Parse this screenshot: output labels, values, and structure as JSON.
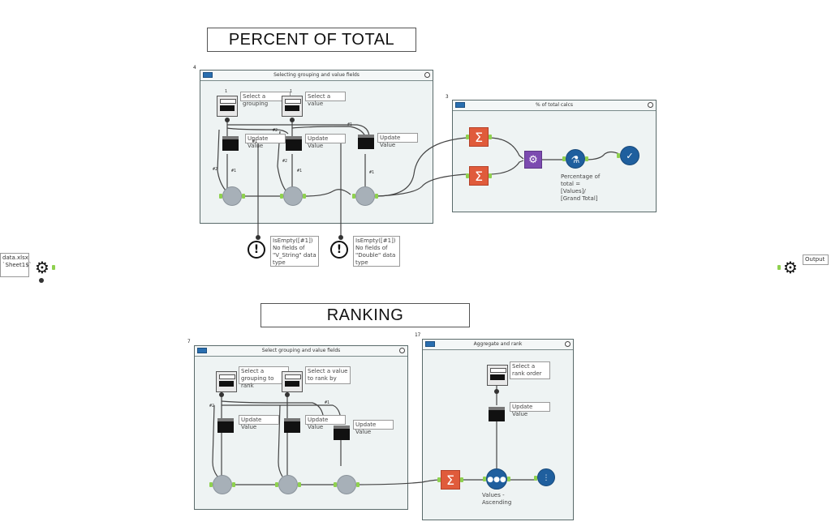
{
  "titles": {
    "percent": "PERCENT OF TOTAL",
    "ranking": "RANKING"
  },
  "containers": {
    "c1": {
      "id": "4",
      "title": "Selecting grouping and value fields"
    },
    "c2": {
      "id": "3",
      "title": "% of total calcs"
    },
    "c3": {
      "id": "7",
      "title": "Select  grouping  and value fields"
    },
    "c4": {
      "id": "17",
      "title": "Aggregate and rank"
    }
  },
  "annotations": {
    "select_grouping": "Select a grouping",
    "select_value": "Select a value",
    "update_value_1": "Update Value",
    "update_value_2": "Update Value",
    "update_value_3": "Update Value",
    "percentage_formula": "Percentage of total = [Values]/ [Grand Total]",
    "error_string": "IsEmpty([#1]) No fields of \"V_String\" data type",
    "error_double": "IsEmpty([#1]) No fields of \"Double\" data type",
    "select_grouping_rank": "Select a grouping to rank",
    "select_value_rank": "Select a value to rank by",
    "update_value_4": "Update Value",
    "update_value_5": "Update Value",
    "update_value_6": "Update Value",
    "select_rank_order": "Select a rank order",
    "update_value_7": "Update Value",
    "values_ascending": "Values - Ascending"
  },
  "io": {
    "input_label": "data.xlsx\n`Sheet1$`",
    "output_label": "Output"
  },
  "connection_labels": {
    "l1": "#1",
    "l2": "#2",
    "l3": "#1",
    "l4": "#2",
    "l5": "#1",
    "l6": "#1",
    "l7": "#2",
    "l8": "#1",
    "l9": "#1"
  },
  "colors": {
    "container_bg": "#eef3f3",
    "summarize": "#e05b3b",
    "formula_blue": "#1f5f9e",
    "macro_purple": "#7c4bb0",
    "anchor_green": "#8fd14f"
  }
}
